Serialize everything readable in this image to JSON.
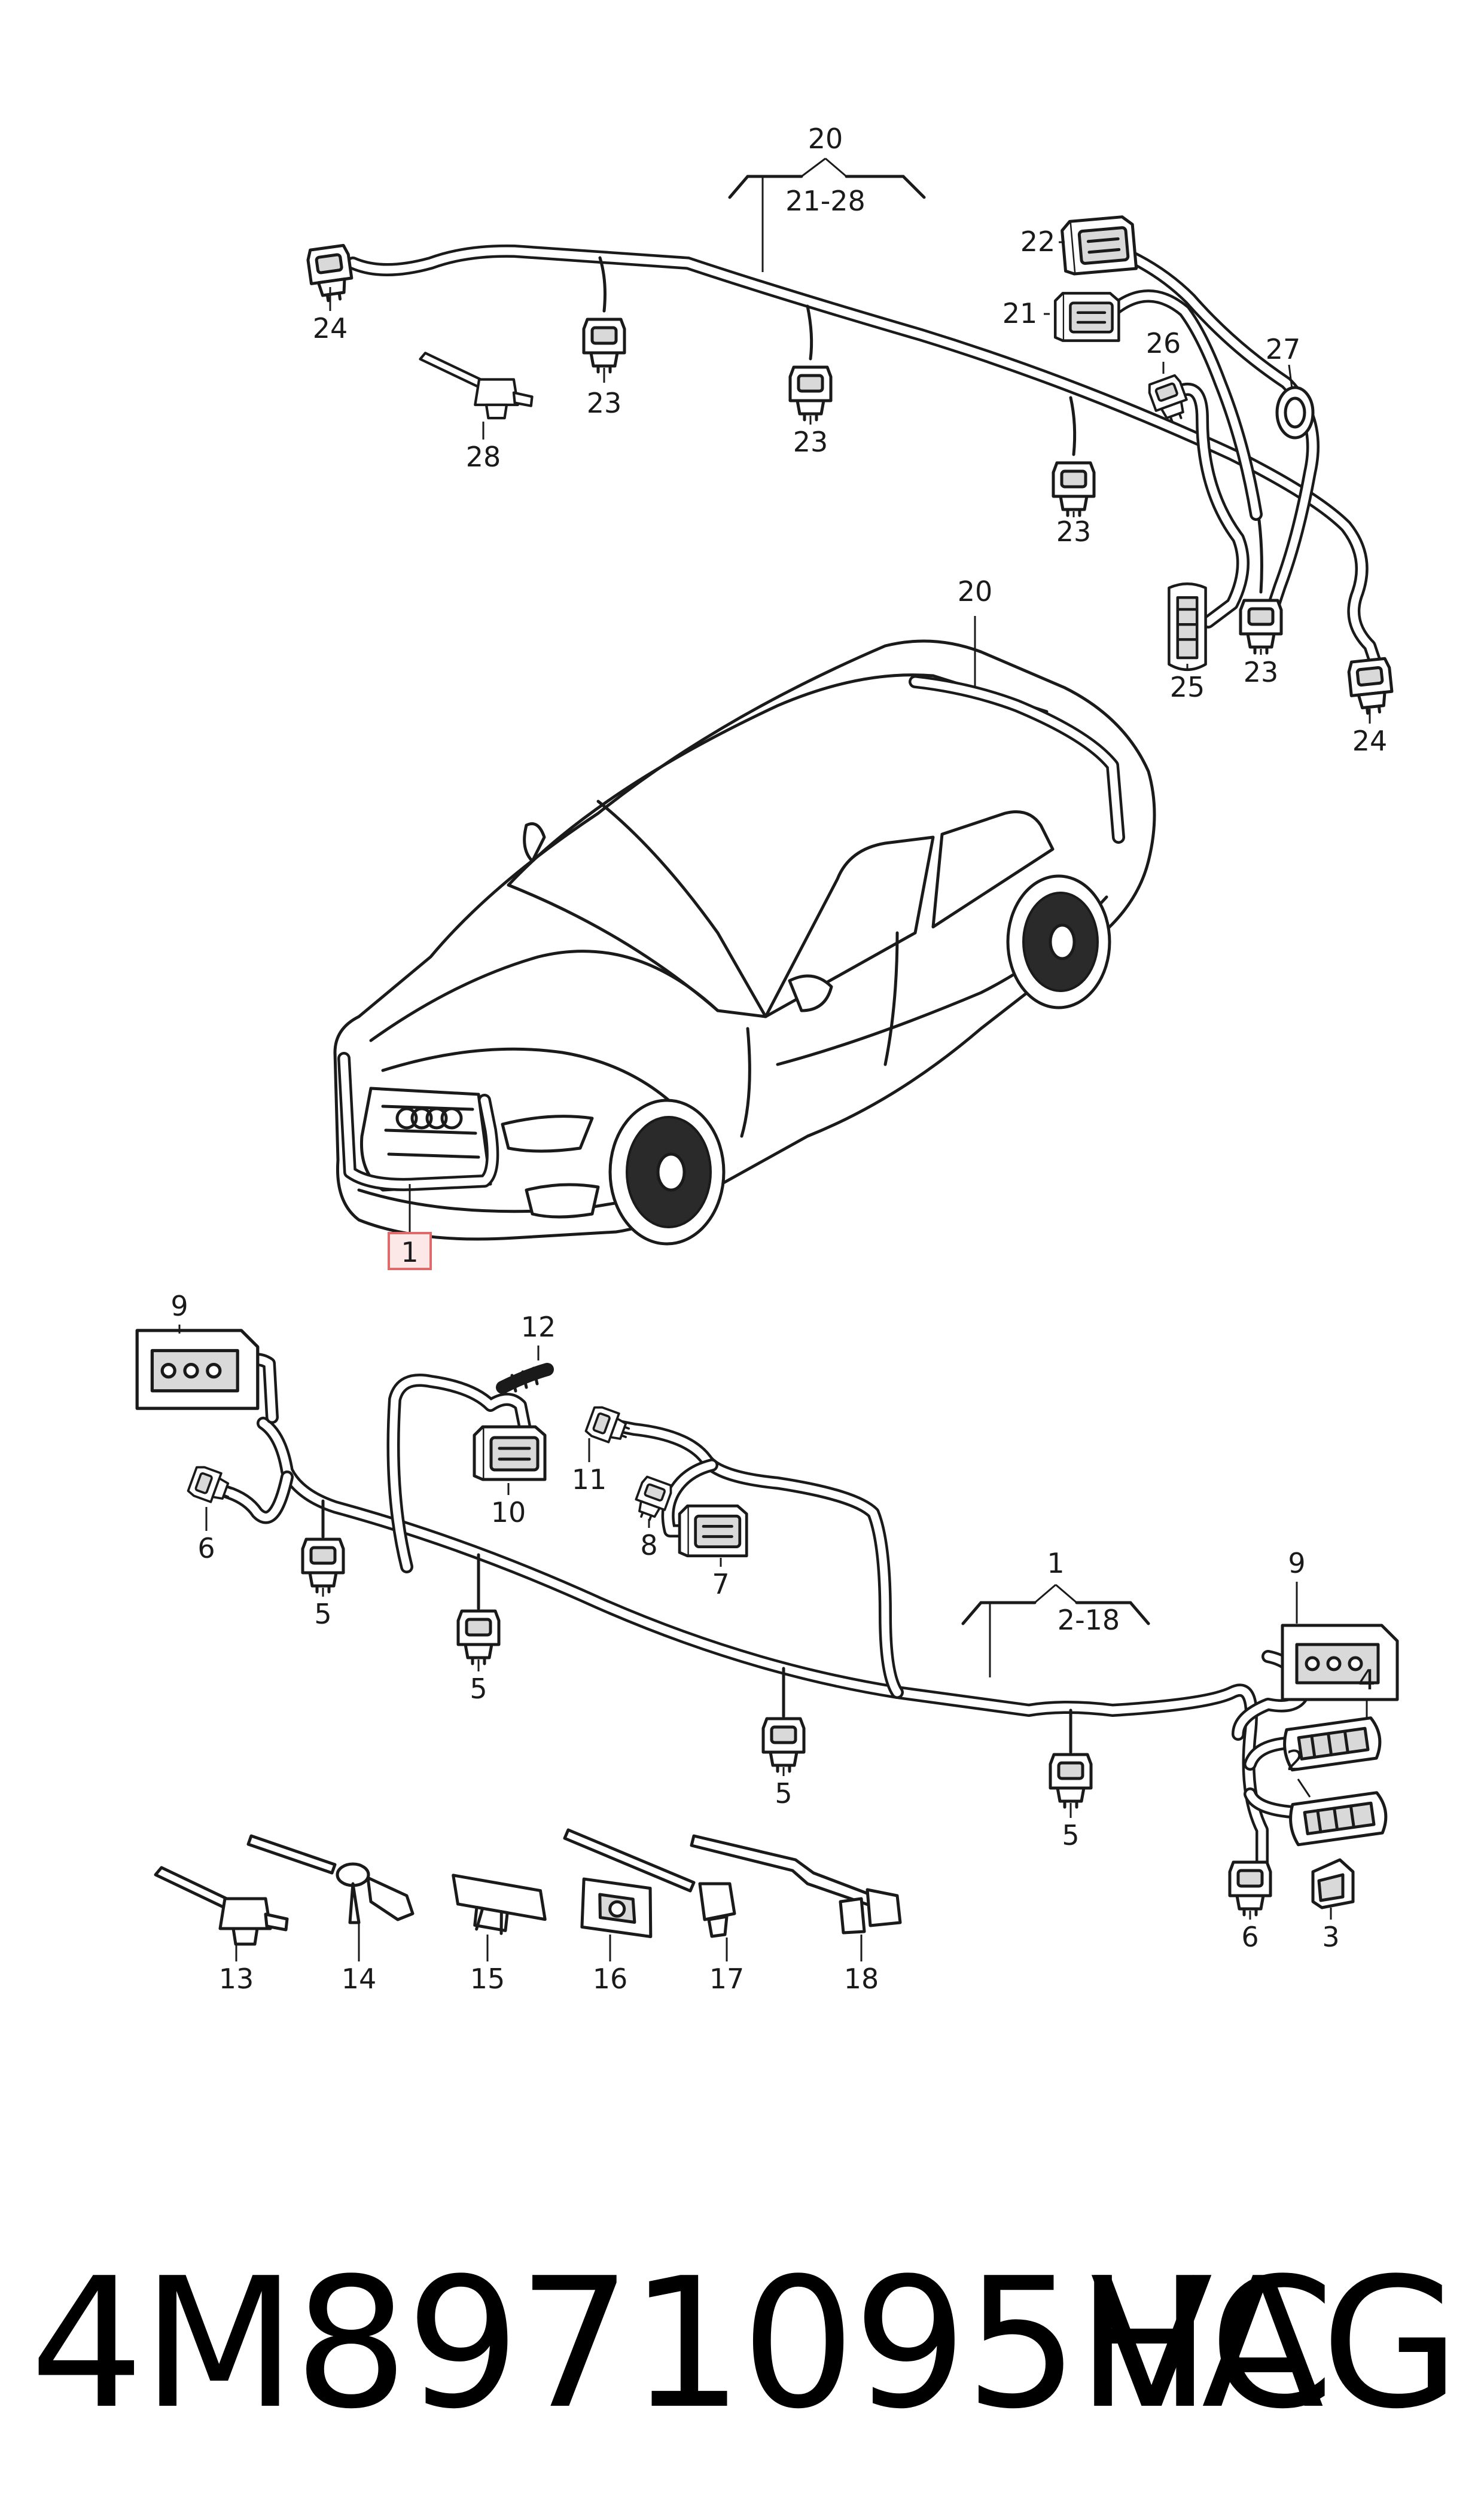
{
  "callouts": {
    "c20_top": "20",
    "c21_28": "21-28",
    "c22": "22",
    "c21": "21",
    "c26": "26",
    "c27": "27",
    "c24_left": "24",
    "c23_a": "23",
    "c23_b": "23",
    "c23_c": "23",
    "c23_d": "23",
    "c28": "28",
    "c25": "25",
    "c24_right": "24",
    "c20_car": "20",
    "c1_car": "1",
    "c9_left": "9",
    "c12": "12",
    "c11": "11",
    "c10": "10",
    "c8": "8",
    "c7": "7",
    "c6_left": "6",
    "c5_a": "5",
    "c5_b": "5",
    "c5_c": "5",
    "c5_d": "5",
    "c1_group": "1",
    "c2_18": "2-18",
    "c9_right": "9",
    "c4": "4",
    "c2": "2",
    "c6_right": "6",
    "c3": "3",
    "c13": "13",
    "c14": "14",
    "c15": "15",
    "c16": "16",
    "c17": "17",
    "c18": "18"
  },
  "footer": {
    "part_number": "4M8971095HC",
    "brand": "VAG"
  },
  "colors": {
    "ink": "#1a1a1a",
    "highlight_fill": "#fde8e8",
    "highlight_stroke": "#e06a6a",
    "background": "#ffffff"
  }
}
